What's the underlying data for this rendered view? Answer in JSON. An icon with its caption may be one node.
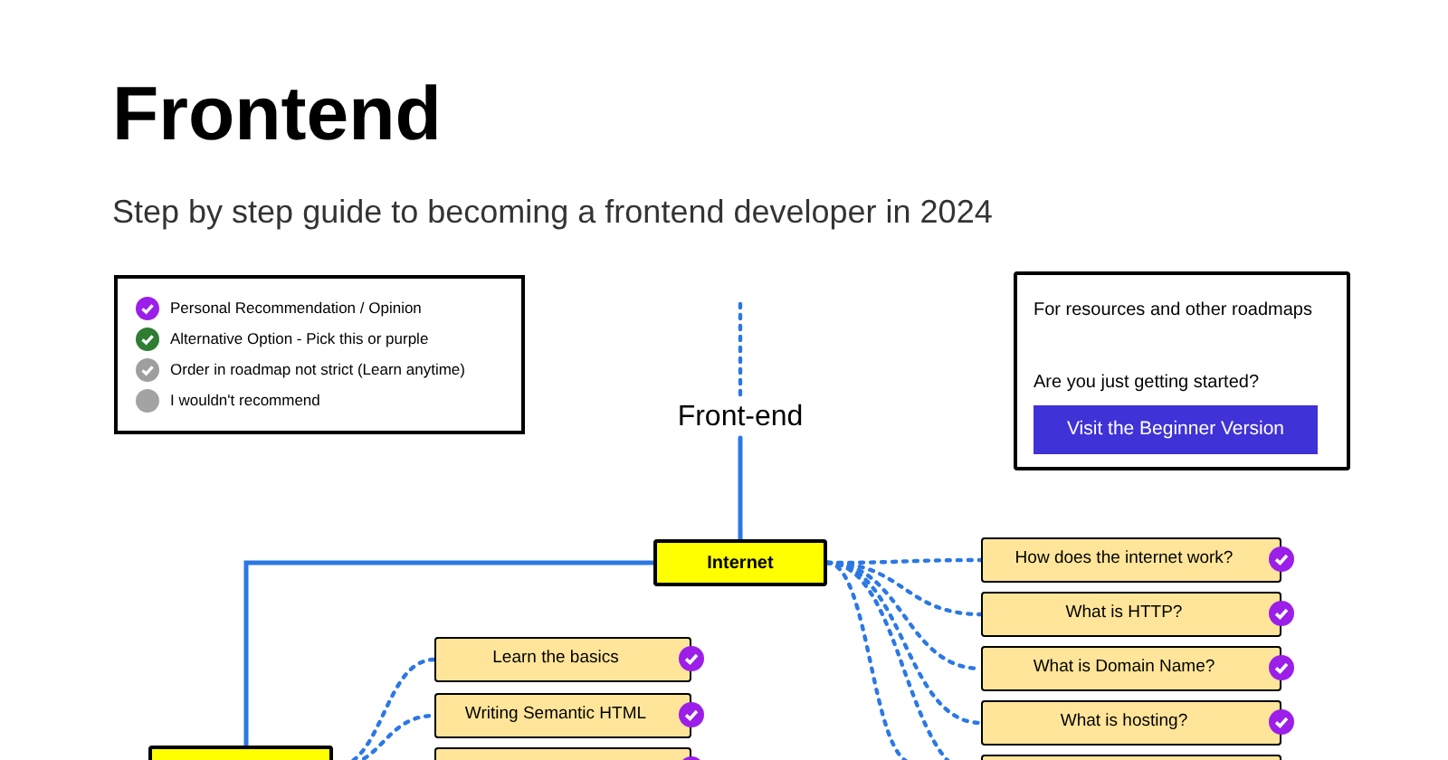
{
  "diagram": {
    "title": "Frontend",
    "nodes": [
      {
        "text": [
          "Front-end"
        ]
      },
      {
        "text": [
          "Internet"
        ]
      },
      {
        "text": [],
        "shape": "box"
      },
      {
        "text": [
          "Learn the basics"
        ]
      },
      {
        "text": [
          "Writing Semantic HTML"
        ]
      },
      {
        "text": [],
        "shape": "box"
      },
      {
        "text": [
          "How does the internet work?"
        ]
      },
      {
        "text": [
          "What is HTTP?"
        ]
      },
      {
        "text": [
          "What is Domain Name?"
        ]
      },
      {
        "text": [
          "What is hosting?"
        ]
      },
      {
        "text": [],
        "shape": "box"
      },
      {
        "text": [
          "For resources and other roadmaps",
          "Are you just getting started?"
        ]
      },
      {
        "text": [
          "Visit the Beginner Version"
        ],
        "in": 11
      }
    ],
    "edges": [
      {
        "from": null,
        "to": 0,
        "arrow": "none",
        "style": "dashed"
      },
      {
        "from": 0,
        "to": 1,
        "arrow": "none"
      },
      {
        "from": 1,
        "to": 2,
        "arrow": "none"
      },
      {
        "from": 1,
        "to": 6,
        "arrow": "none",
        "style": "dashed"
      },
      {
        "from": 1,
        "to": 7,
        "arrow": "none",
        "style": "dashed"
      },
      {
        "from": 1,
        "to": 8,
        "arrow": "none",
        "style": "dashed"
      },
      {
        "from": 1,
        "to": 9,
        "arrow": "none",
        "style": "dashed"
      },
      {
        "from": 1,
        "to": 10,
        "arrow": "none",
        "style": "dashed"
      },
      {
        "from": 1,
        "to": null,
        "arrow": "none",
        "style": "dashed"
      },
      {
        "from": 2,
        "to": 3,
        "arrow": "none",
        "style": "dashed"
      },
      {
        "from": 2,
        "to": 4,
        "arrow": "none",
        "style": "dashed"
      }
    ],
    "labels": [
      "Step by step guide to becoming a frontend developer in 2024"
    ],
    "legend": [
      {
        "text": "Personal Recommendation / Opinion",
        "color": "#9b1fe8"
      },
      {
        "text": "Alternative Option - Pick this or purple",
        "color": "#2e7d32"
      },
      {
        "text": "Order in roadmap not strict (Learn anytime)",
        "color": "#9e9e9e"
      },
      {
        "text": "I wouldn't recommend",
        "color": "#a3a3a3"
      }
    ]
  }
}
